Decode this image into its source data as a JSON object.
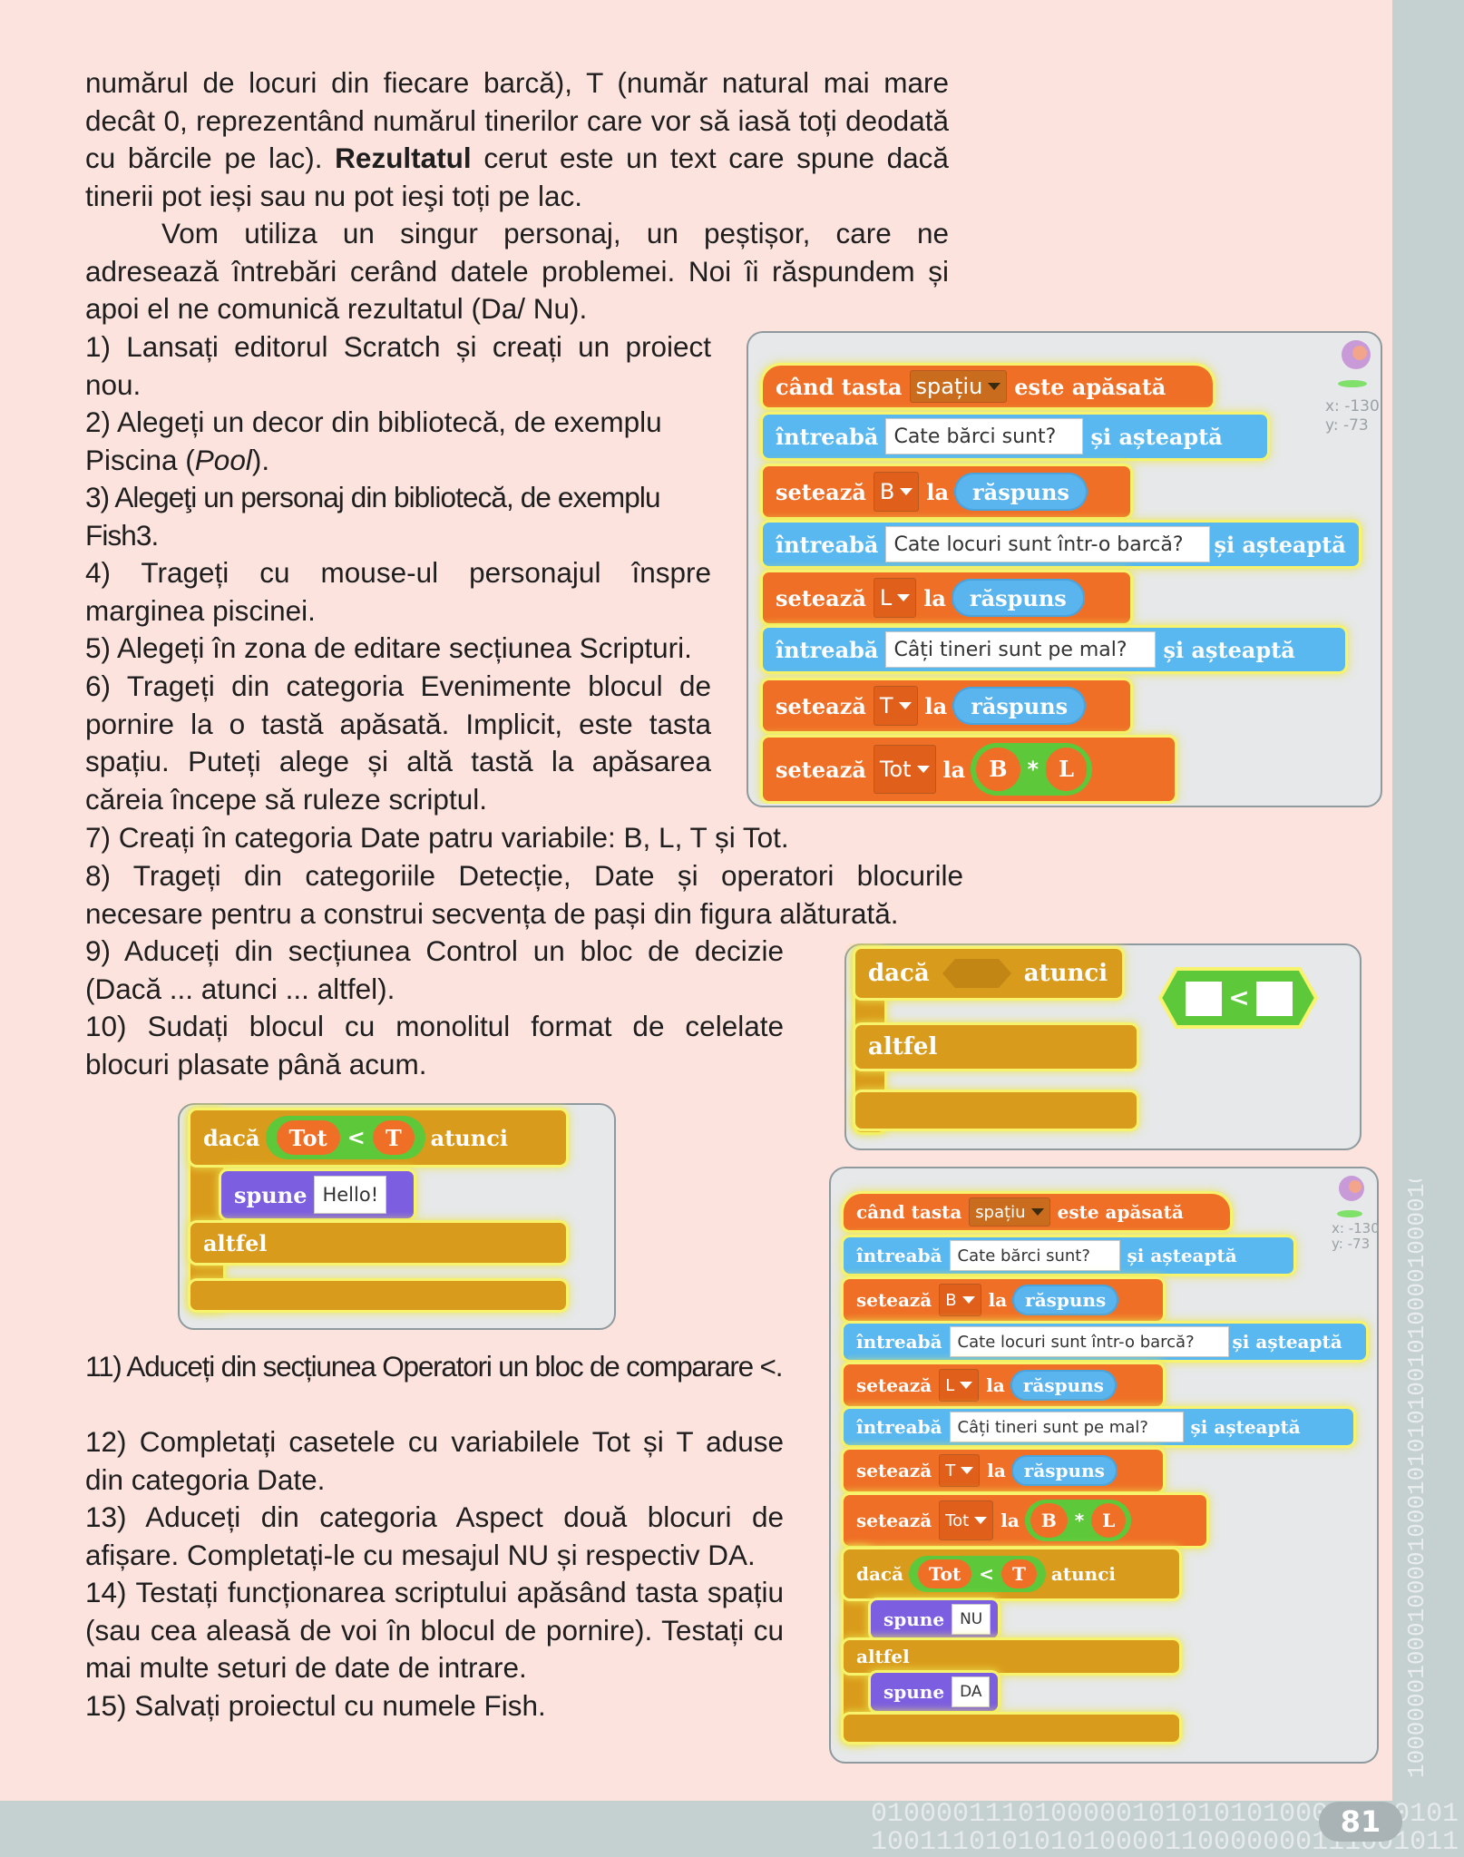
{
  "page_number": "81",
  "decor": {
    "binary_v": "1000000100010000100010101010010100001000010011000110111000101010",
    "binary_h1": "010000111010000010101010100001000101",
    "binary_h2": "100111010101010000110000000111001011"
  },
  "text": {
    "p1": "numărul de locuri din fiecare barcă), T (număr natural mai mare decât 0, reprezentând numărul tinerilor care vor să iasă toți deodată cu bărcile pe lac).",
    "p1_bold": "Rezultatul",
    "p1_end": "cerut este un text care spune dacă tinerii pot ieși sau nu pot ieşi toți pe lac.",
    "p2": "Vom utiliza un singur personaj, un peștișor, care ne adresează întrebări cerând datele problemei. Noi îi răspundem și apoi el ne comunică rezultatul (Da/ Nu).",
    "s1": "1) Lansați editorul Scratch și creați un proiect nou.",
    "s2a": "2) Alegeți un decor din bibliotecă, de exemplu Piscina (",
    "s2i": "Pool",
    "s2b": ").",
    "s3": "3) Alegeţi un personaj din bibliotecă, de exemplu Fish3.",
    "s4": "4) Trageți cu mouse-ul personajul înspre marginea piscinei.",
    "s5": "5) Alegeți în zona de editare secțiunea Scripturi.",
    "s6": "6) Trageți din categoria Evenimente blocul de pornire la o tastă apăsată. Implicit, este tasta spațiu. Puteți alege și altă tastă la apăsarea căreia începe să ruleze scriptul.",
    "s7": "7) Creați în categoria Date patru variabile: B, L, T și Tot.",
    "s8": "8) Trageți din categoriile Detecție, Date și operatori blocurile necesare pentru a construi secvența de pași din figura alăturată.",
    "s9": "9) Aduceți din secțiunea Control un bloc de decizie (Dacă ... atunci ... altfel).",
    "s10": "10) Sudați blocul cu monolitul format de celelate blocuri plasate până acum.",
    "s11": "11) Aduceți din secțiunea Operatori un bloc de comparare <.",
    "s12": "12)  Completați casetele cu variabilele Tot și T aduse din categoria Date.",
    "s13": "13) Aduceți din categoria Aspect două blocuri de afișare. Completați-le cu mesajul NU și respectiv DA.",
    "s14": "14) Testați funcționarea scriptului apăsând tasta spațiu (sau cea aleasă de voi în blocul de pornire). Testați cu mai multe seturi de date de intrare.",
    "s15": "15) Salvați proiectul cu numele Fish."
  },
  "scratch": {
    "when_key": "când tasta",
    "key": "spațiu",
    "pressed": "este apăsată",
    "ask": "întreabă",
    "and_wait": "și așteaptă",
    "set": "setează",
    "to": "la",
    "answer": "răspuns",
    "q1": "Cate bărci sunt?",
    "q2": "Cate locuri sunt într-o barcă?",
    "q3": "Câți tineri sunt pe mal?",
    "var_B": "B",
    "var_L": "L",
    "var_T": "T",
    "var_Tot": "Tot",
    "times": "*",
    "lt": "<",
    "if": "dacă",
    "then": "atunci",
    "else": "altfel",
    "say": "spune",
    "hello": "Hello!",
    "no": "NU",
    "yes": "DA",
    "coord_x": "x: -130",
    "coord_y": "y: -73"
  }
}
